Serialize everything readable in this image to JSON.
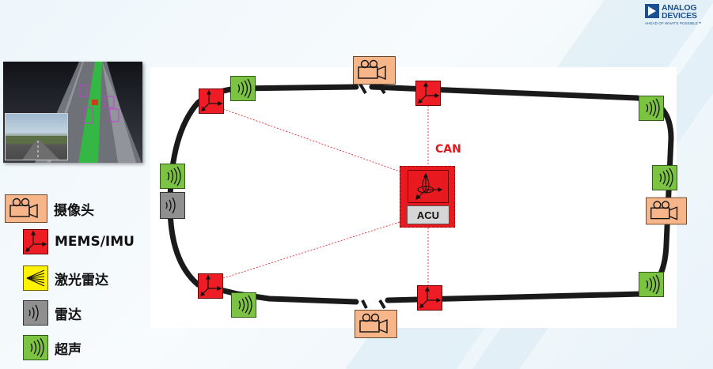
{
  "logo": {
    "line1": "ANALOG",
    "line2": "DEVICES",
    "tagline": "AHEAD OF WHAT'S POSSIBLE™"
  },
  "legend": [
    {
      "key": "camera",
      "label": "摄像头",
      "icon": "camera-icon",
      "color": "#f7b68a"
    },
    {
      "key": "imu",
      "label": "MEMS/IMU",
      "icon": "imu-axes-icon",
      "color": "#ee1c25"
    },
    {
      "key": "lidar",
      "label": "激光雷达",
      "icon": "lidar-icon",
      "color": "#fff200"
    },
    {
      "key": "radar",
      "label": "雷达",
      "icon": "radar-icon",
      "color": "#8f8f8f"
    },
    {
      "key": "ultrasonic",
      "label": "超声",
      "icon": "ultrasonic-icon",
      "color": "#7cc243"
    }
  ],
  "diagram": {
    "bus_label": "CAN",
    "controller_label": "ACU"
  },
  "colors": {
    "car_outline": "#1a1a1a",
    "link_line": "#e4141b",
    "brand": "#1b4f8f"
  }
}
